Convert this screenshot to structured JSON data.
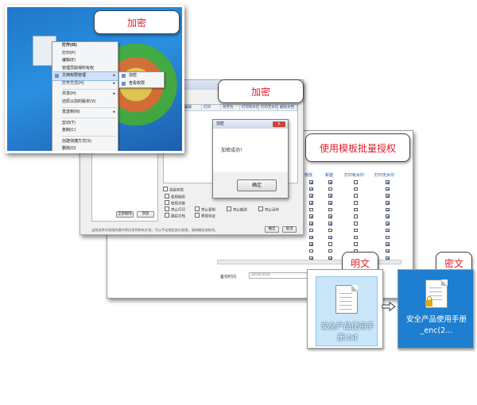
{
  "callouts": {
    "encrypt_1": "加密",
    "encrypt_2": "加密",
    "batch_auth": "使用模板批量授权",
    "plaintext": "明文",
    "ciphertext": "密文"
  },
  "context_menu": {
    "items": [
      {
        "label": "打开(O)",
        "bold": true
      },
      {
        "label": "打印(P)"
      },
      {
        "label": "编辑(E)"
      },
      {
        "label": "管理员取得所有权"
      },
      {
        "label": "文档权限管理",
        "submenu": true,
        "highlighted": true
      },
      {
        "label": "打开方式(H)",
        "submenu": true
      },
      {
        "sep": true
      },
      {
        "label": "共享(H)",
        "submenu": true
      },
      {
        "label": "还原以前的版本(V)"
      },
      {
        "sep": true
      },
      {
        "label": "发送到(N)",
        "submenu": true
      },
      {
        "sep": true
      },
      {
        "label": "剪切(T)"
      },
      {
        "label": "复制(C)"
      },
      {
        "sep": true
      },
      {
        "label": "创建快捷方式(S)"
      },
      {
        "label": "删除(D)"
      }
    ],
    "submenu": [
      "加密",
      "查看权限"
    ]
  },
  "dialog": {
    "grid_headers": [
      "阅读",
      "编辑",
      "打印",
      "另存为",
      "打印有水印",
      "打印无水印",
      "删除文档"
    ],
    "left_buttons": [
      "全部删除",
      "添加"
    ],
    "options_title": "高级权限",
    "options": [
      "使用期限",
      "使用次数",
      "禁止打印",
      "禁止复制",
      "禁止截屏",
      "禁止另存",
      "跟踪文档",
      "需要验证"
    ],
    "footer_note": "当前选择对权限的操作将应用到所有文档，可以手动指定部分权限，请按确定或取消。",
    "buttons": [
      "确定",
      "取消"
    ]
  },
  "popup": {
    "title": "加密",
    "close": "x",
    "message": "加密成功！",
    "ok": "确定"
  },
  "perm_table": {
    "headers": [
      "修改",
      "新建",
      "打印有水印",
      "打印无水印"
    ],
    "columns": [
      [
        true,
        true,
        true,
        true,
        false,
        true,
        true,
        false,
        true,
        true,
        false,
        true
      ],
      [
        true,
        false,
        true,
        true,
        false,
        true,
        true,
        false,
        true,
        false,
        false,
        true
      ],
      [
        false,
        false,
        false,
        false,
        false,
        false,
        false,
        false,
        false,
        false,
        false,
        false
      ],
      [
        true,
        true,
        true,
        true,
        true,
        true,
        true,
        true,
        false,
        true,
        true,
        true
      ]
    ],
    "bottom_label": "备份时间",
    "bottom_value": "2014/3/18"
  },
  "files": {
    "plain_name": "安全产品使用手册.txt",
    "cipher_name": "安全产品使用手册_enc(2..."
  }
}
